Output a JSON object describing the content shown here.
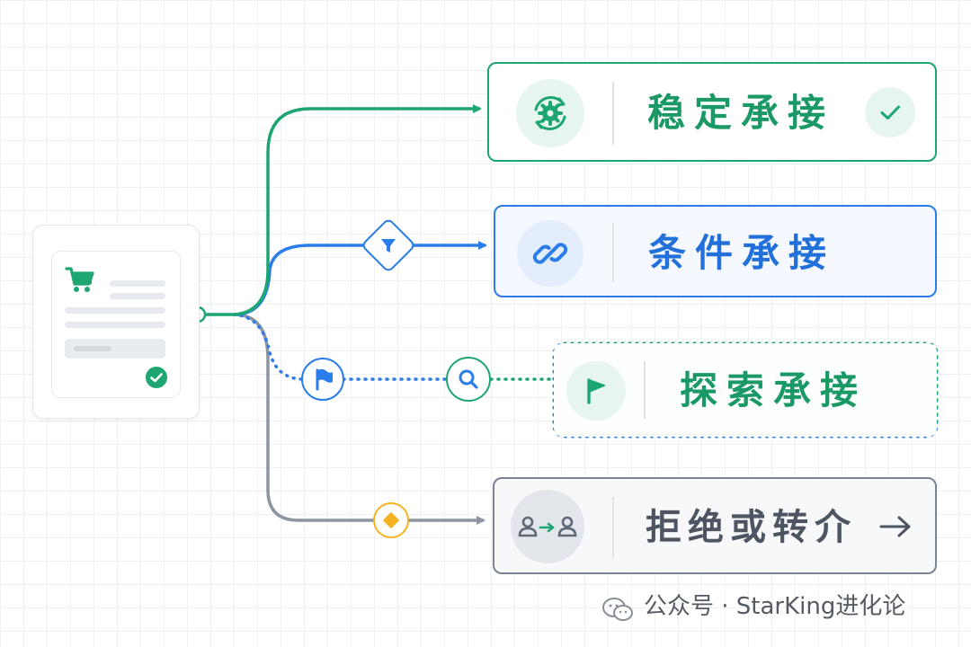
{
  "branches": {
    "stable": {
      "label": "稳定承接",
      "color": "#1ea672",
      "icon": "gear-cycle-icon",
      "trailing_icon": "check-icon"
    },
    "conditional": {
      "label": "条件承接",
      "color": "#2b7de9",
      "icon": "link-icon",
      "node_icon": "filter-icon"
    },
    "explore": {
      "label": "探索承接",
      "color": "#1ea672",
      "icon": "flag-icon",
      "node_icons": [
        "flag-icon",
        "search-icon"
      ]
    },
    "reject": {
      "label": "拒绝或转介",
      "color": "#5f6876",
      "icon": "user-transfer-icon",
      "node_icon": "diamond-icon",
      "trailing_icon": "arrow-right-icon"
    }
  },
  "source": {
    "icon": "shopping-cart-icon",
    "badge_icon": "check-badge-icon"
  },
  "watermark": {
    "text": "公众号 · StarKing进化论",
    "icon": "wechat-icon"
  },
  "colors": {
    "green": "#1ea672",
    "blue": "#2b7de9",
    "gray": "#8d95a1",
    "orange": "#f5b321"
  }
}
